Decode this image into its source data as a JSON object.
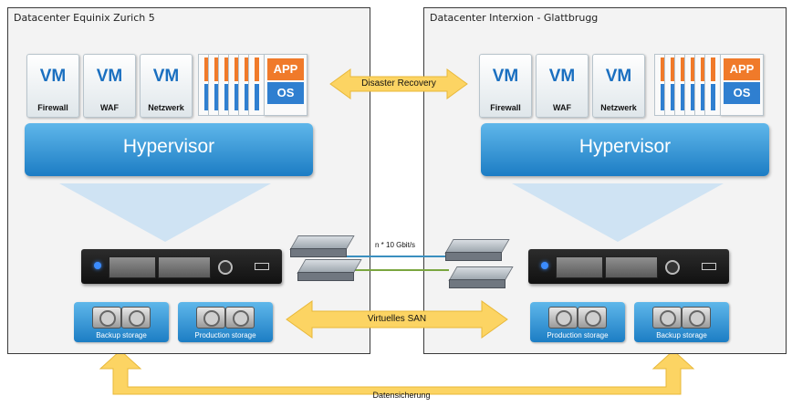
{
  "left_dc": {
    "title": "Datacenter Equinix Zurich 5",
    "vms": [
      {
        "big": "VM",
        "sub": "Firewall",
        "icon": "vm-icon"
      },
      {
        "big": "VM",
        "sub": "WAF",
        "icon": "vm-icon"
      },
      {
        "big": "VM",
        "sub": "Netzwerk",
        "icon": "vm-icon"
      }
    ],
    "app": "APP",
    "os": "OS",
    "hypervisor": "Hypervisor",
    "storage": [
      "Backup storage",
      "Production storage"
    ]
  },
  "right_dc": {
    "title": "Datacenter Interxion - Glattbrugg",
    "vms": [
      {
        "big": "VM",
        "sub": "Firewall",
        "icon": "vm-icon"
      },
      {
        "big": "VM",
        "sub": "WAF",
        "icon": "vm-icon"
      },
      {
        "big": "VM",
        "sub": "Netzwerk",
        "icon": "vm-icon"
      }
    ],
    "app": "APP",
    "os": "OS",
    "hypervisor": "Hypervisor",
    "storage": [
      "Production storage",
      "Backup storage"
    ]
  },
  "links": {
    "disaster_recovery": "Disaster Recovery",
    "bandwidth": "n * 10 Gbit/s",
    "virtual_san": "Virtuelles SAN",
    "backup": "Datensicherung"
  },
  "colors": {
    "arrow": "#fcd463",
    "hypervisor": "#2b8fd6",
    "app": "#f07a2a",
    "os": "#2f7fd0",
    "link_blue": "#3a8fbf",
    "link_green": "#7aa640"
  }
}
